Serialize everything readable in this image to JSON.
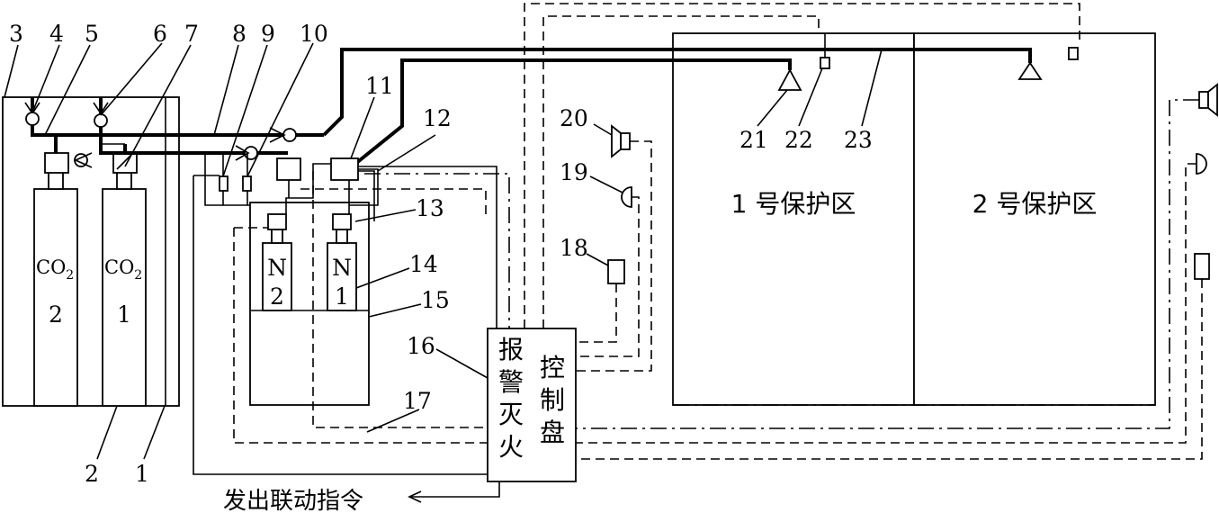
{
  "numbers": [
    "1",
    "2",
    "3",
    "4",
    "5",
    "6",
    "7",
    "8",
    "9",
    "10",
    "11",
    "12",
    "13",
    "14",
    "15",
    "16",
    "17",
    "18",
    "19",
    "20",
    "21",
    "22",
    "23"
  ],
  "cylinders": {
    "co2_label": "CO",
    "co2_sub": "2",
    "co2_num_left": "2",
    "co2_num_right": "1",
    "n2_letter": "N",
    "n2_num_left": "2",
    "n2_num_right": "1"
  },
  "zones": {
    "zone1": "1 号保护区",
    "zone2": "2 号保护区"
  },
  "panel": {
    "col1": [
      "报",
      "警",
      "灭",
      "火"
    ],
    "col2": [
      "控",
      "制",
      "盘"
    ]
  },
  "output_label": "发出联动指令"
}
